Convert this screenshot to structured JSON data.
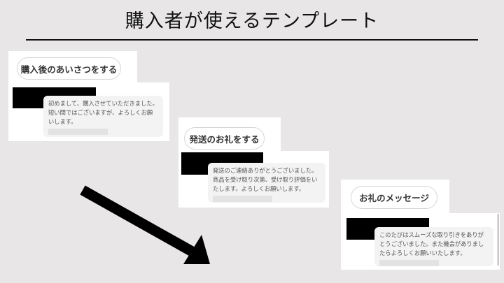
{
  "title": "購入者が使えるテンプレート",
  "templates": [
    {
      "button": "購入後のあいさつをする",
      "message": "初めまして、購入させていただきました。短い間ではございますが、よろしくお願いします。"
    },
    {
      "button": "発送のお礼をする",
      "message": "発送のご連絡ありがとうございました。商品を受け取り次第、受け取り評価をいたします。よろしくお願いします。"
    },
    {
      "button": "お礼のメッセージ",
      "message": "このたびはスムーズな取り引きをありがとうございました。また機会がありましたらよろしくお願いいたします。"
    }
  ]
}
